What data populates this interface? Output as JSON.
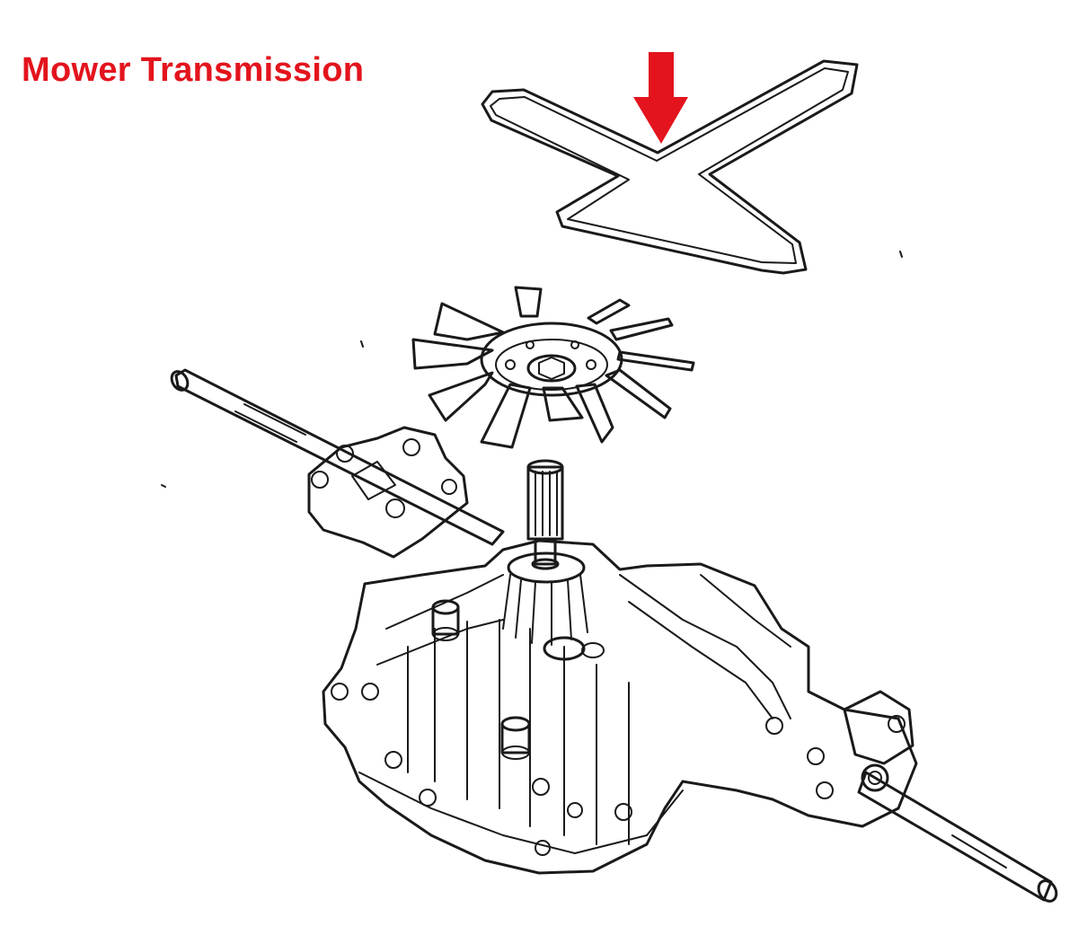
{
  "title": "Mower Transmission",
  "colors": {
    "title": "#e3141d",
    "arrow": "#e3141d",
    "ink": "#1a1a1a",
    "background": "#ffffff"
  },
  "parts": [
    "drive-belt",
    "cooling-fan",
    "transaxle",
    "axle-shaft-left",
    "axle-shaft-right",
    "input-shaft"
  ]
}
